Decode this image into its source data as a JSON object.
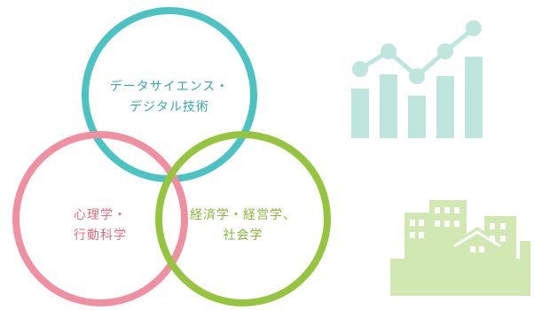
{
  "circles": [
    {
      "id": "data-science",
      "lines": [
        "データサイエンス・",
        "デジタル技術"
      ],
      "color": "#4bc3c3",
      "text_color": "#3aa9ab"
    },
    {
      "id": "psychology",
      "lines": [
        "心理学・",
        "行動科学"
      ],
      "color": "#ef8f9f",
      "text_color": "#e2707f"
    },
    {
      "id": "economics",
      "lines": [
        "経済学・経営学、",
        "社会学"
      ],
      "color": "#95c53f",
      "text_color": "#86b83a"
    }
  ],
  "icons": [
    {
      "name": "chart-icon",
      "color": "#bfe6dd"
    },
    {
      "name": "city-buildings-icon",
      "color": "#d2e8b3"
    }
  ]
}
